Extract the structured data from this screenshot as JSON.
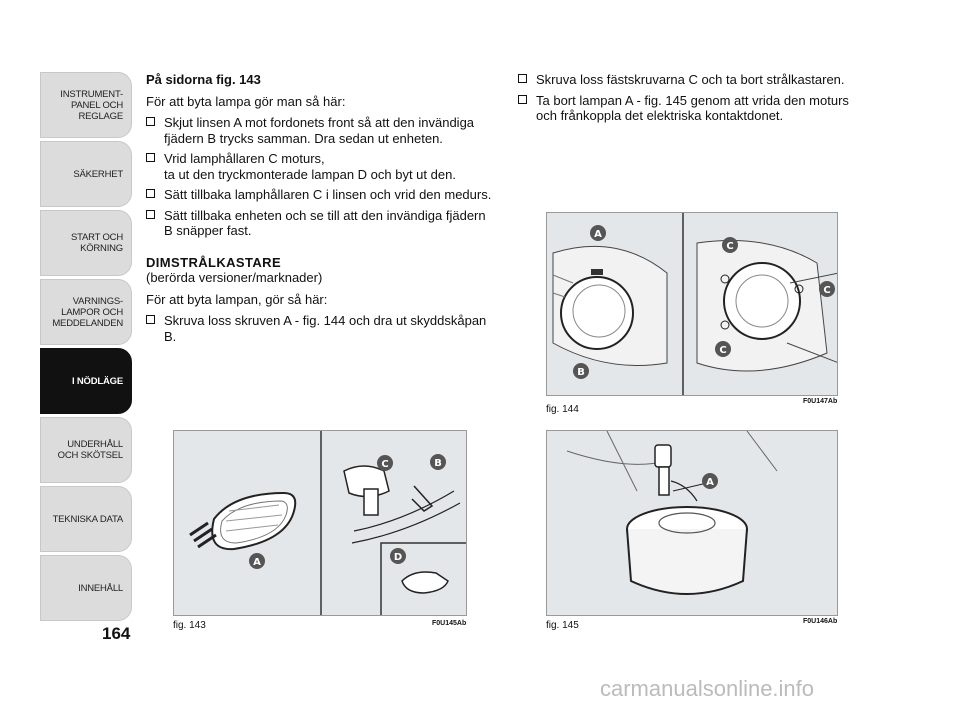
{
  "sidebar": {
    "tabs": [
      {
        "label": "INSTRUMENT-\nPANEL OCH\nREGLAGE",
        "active": false
      },
      {
        "label": "SÄKERHET",
        "active": false
      },
      {
        "label": "START OCH\nKÖRNING",
        "active": false
      },
      {
        "label": "VARNINGS-\nLAMPOR OCH\nMEDDELANDEN",
        "active": false
      },
      {
        "label": "I NÖDLÄGE",
        "active": true
      },
      {
        "label": "UNDERHÅLL\nOCH SKÖTSEL",
        "active": false
      },
      {
        "label": "TEKNISKA DATA",
        "active": false
      },
      {
        "label": "INNEHÅLL",
        "active": false
      }
    ],
    "page_number": "164"
  },
  "left_column": {
    "heading": "På sidorna fig. 143",
    "intro": "För att byta lampa gör man så här:",
    "steps": [
      "Skjut linsen A mot fordonets front så att den invändiga fjädern B trycks samman. Dra sedan ut enheten.",
      "Vrid lamphållaren C moturs,\nta ut den tryckmonterade lampan D och byt ut den.",
      "Sätt tillbaka lamphållaren C i linsen och vrid den medurs.",
      "Sätt tillbaka enheten och se till att den invändiga fjädern B snäpper fast."
    ],
    "section_title": "DIMSTRÅLKASTARE",
    "section_subtitle": "(berörda versioner/marknader)",
    "section_intro": "För att byta lampan, gör så här:",
    "section_steps": [
      "Skruva loss skruven A - fig. 144 och dra ut skyddskåpan B."
    ]
  },
  "right_column": {
    "steps": [
      "Skruva loss fästskruvarna C och ta bort strålkastaren.",
      "Ta bort lampan A - fig. 145 genom att vrida den moturs och frånkoppla det elektriska kontaktdonet."
    ]
  },
  "figures": {
    "fig143": {
      "label": "fig. 143",
      "code": "F0U145Ab",
      "markers": [
        "C",
        "B",
        "A",
        "D"
      ]
    },
    "fig144": {
      "label": "fig. 144",
      "code": "F0U147Ab",
      "markers": [
        "A",
        "B",
        "C",
        "C",
        "C"
      ]
    },
    "fig145": {
      "label": "fig. 145",
      "code": "F0U146Ab",
      "markers": [
        "A"
      ]
    }
  },
  "watermark": "carmanualsonline.info",
  "colors": {
    "marker": "#555555",
    "active_tab": "#111111",
    "tab": "#dcdcdc"
  }
}
